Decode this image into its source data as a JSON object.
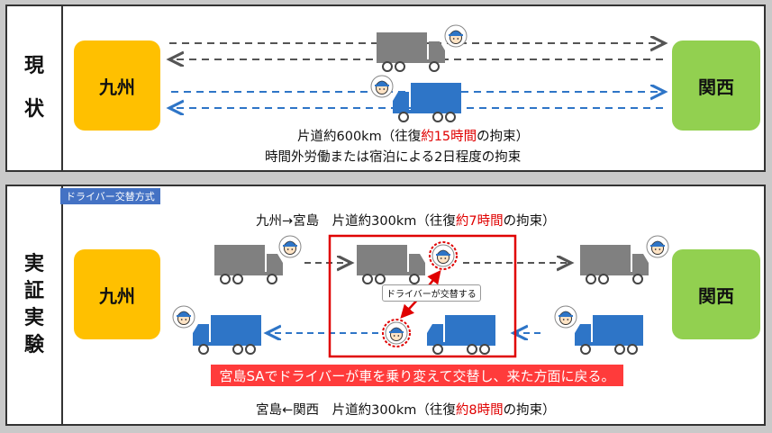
{
  "top": {
    "side_label": [
      "現",
      "状"
    ],
    "left_region": "九州",
    "right_region": "関西",
    "line1_pre": "片道約600km（往復",
    "line1_red": "約15時間",
    "line1_post": "の拘束）",
    "line2": "時間外労働または宿泊による2日程度の拘束"
  },
  "bottom": {
    "side_label": [
      "実",
      "証",
      "実",
      "験"
    ],
    "tag": "ドライバー交替方式",
    "left_region": "九州",
    "right_region": "関西",
    "route1_pre": "九州→宮島　片道約300km（往復",
    "route1_red": "約7時間",
    "route1_post": "の拘束）",
    "callout": "ドライバーが交替する",
    "banner": "宮島SAでドライバーが車を乗り変えて交替し、来た方面に戻る。",
    "route2_pre": "宮島←関西　片道約300km（往復",
    "route2_red": "約8時間",
    "route2_post": "の拘束）"
  },
  "colors": {
    "gray_truck": "#7f7f7f",
    "blue_truck": "#2e75c7",
    "kyushu": "#ffc000",
    "kansai": "#92d050",
    "highlight": "#e00000"
  }
}
